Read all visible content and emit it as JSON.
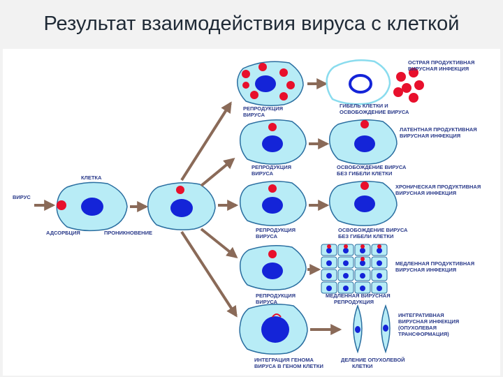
{
  "title": "Результат взаимодействия вируса с клеткой",
  "labels": {
    "virus": "ВИРУС",
    "cell": "КЛЕТКА",
    "adsorption": "АДСОРБЦИЯ",
    "penetration": "ПРОНИКНОВЕНИЕ",
    "repro1_a": "РЕПРОДУКЦИЯ",
    "repro1_b": "ВИРУСА",
    "acute_a": "ОСТРАЯ ПРОДУКТИВНАЯ",
    "acute_b": "ВИРУСНАЯ ИНФЕКЦИЯ",
    "death_a": "ГИБЕЛЬ КЛЕТКИ И",
    "death_b": "ОСВОБОЖДЕНИЕ ВИРУСА",
    "repro2_a": "РЕПРОДУКЦИЯ",
    "repro2_b": "ВИРУСА",
    "latent_a": "ЛАТЕНТНАЯ ПРОДУКТИВНАЯ",
    "latent_b": "ВИРУСНАЯ ИНФЕКЦИЯ",
    "release_a": "ОСВОБОЖДЕНИЕ ВИРУСА",
    "release_b": "БЕЗ ГИБЕЛИ КЛЕТКИ",
    "chronic_a": "ХРОНИЧЕСКАЯ ПРОДУКТИВНАЯ",
    "chronic_b": "ВИРУСНАЯ ИНФЕКЦИЯ",
    "repro3_a": "РЕПРОДУКЦИЯ",
    "repro3_b": "ВИРУСА",
    "release2_a": "ОСВОБОЖДЕНИЕ  ВИРУСА",
    "release2_b": "БЕЗ  ГИБЕЛИ  КЛЕТКИ",
    "slow_a": "МЕДЛЕННАЯ ПРОДУКТИВНАЯ",
    "slow_b": "ВИРУСНАЯ ИНФЕКЦИЯ",
    "repro4_a": "РЕПРОДУКЦИЯ",
    "repro4_b": "ВИРУСА",
    "slowrepro_a": "МЕДЛЕННАЯ ВИРУСНАЯ",
    "slowrepro_b": "РЕПРОДУКЦИЯ",
    "integr_a": "ИНТЕГРАТИВНАЯ",
    "integr_b": "ВИРУСНАЯ ИНФЕКЦИЯ",
    "integr_c": "(ОПУХОЛЕВАЯ",
    "integr_d": "ТРАНСФОРМАЦИЯ)",
    "genome_a": "ИНТЕГРАЦИЯ ГЕНОМА",
    "genome_b": "ВИРУСА В ГЕНОМ КЛЕТКИ",
    "tumor_a": "ДЕЛЕНИЕ ОПУХОЛЕВОЙ",
    "tumor_b": "КЛЕТКИ"
  },
  "colors": {
    "cell_fill": "#b8ecf6",
    "cell_stroke": "#2a6ea0",
    "nucleus": "#1424d8",
    "virus": "#e8102c",
    "arrow": "#8a6a58",
    "label": "#2a3a8a"
  }
}
